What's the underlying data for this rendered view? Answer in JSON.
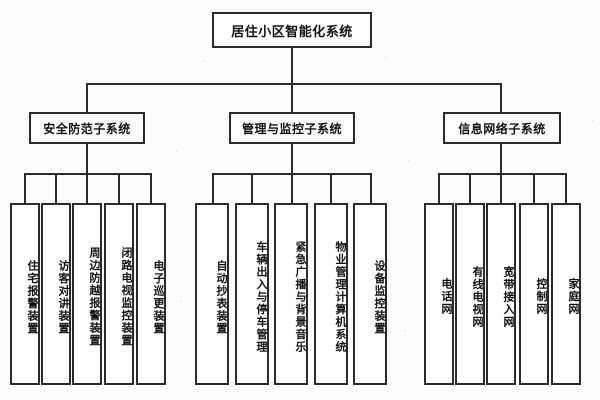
{
  "diagram": {
    "title": "居住小区智能化系统",
    "type": "organization-tree",
    "levels": 3,
    "colors": {
      "line": "#2b2b2b",
      "box_border": "#2b2b2b",
      "box_fill": "#ffffff",
      "background": "#fdfdfc",
      "text": "#121212"
    },
    "root": {
      "label": "居住小区智能化系统"
    },
    "branches": [
      {
        "label": "安全防范子系统",
        "leaves": [
          {
            "label": "住宅报警装置"
          },
          {
            "label": "访客对讲装置"
          },
          {
            "label": "周边防越报警装置"
          },
          {
            "label": "闭路电视监控装置"
          },
          {
            "label": "电子巡更装置"
          }
        ]
      },
      {
        "label": "管理与监控子系统",
        "leaves": [
          {
            "label": "自动抄表装置"
          },
          {
            "label": "车辆出入与停车管理"
          },
          {
            "label": "紧急广播与背景音乐"
          },
          {
            "label": "物业管理计算机系统"
          },
          {
            "label": "设备监控装置"
          }
        ]
      },
      {
        "label": "信息网络子系统",
        "leaves": [
          {
            "label": "电话网"
          },
          {
            "label": "有线电视网"
          },
          {
            "label": "宽带接入网"
          },
          {
            "label": "控制网"
          },
          {
            "label": "家庭网"
          }
        ]
      }
    ]
  }
}
